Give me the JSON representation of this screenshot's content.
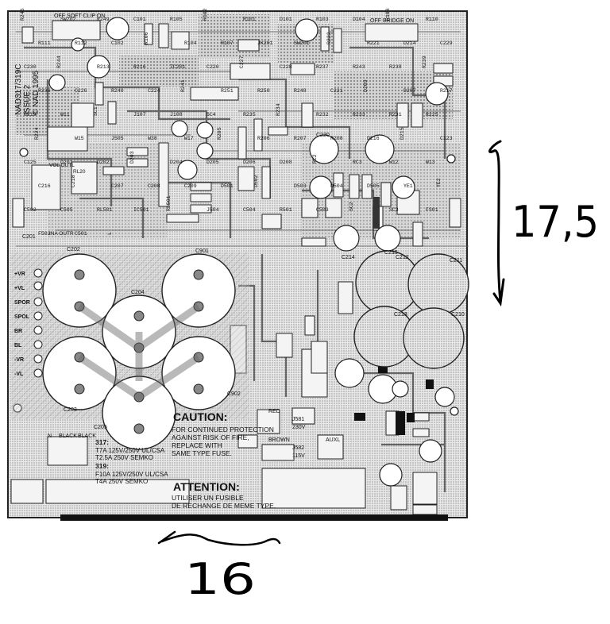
{
  "board": {
    "model_text": [
      "NAD317/319C",
      "ISSUE 2",
      "© NAD 1995"
    ],
    "switch_labels": [
      "OFF SOFT CLIP ON",
      "OFF BRIDGE ON"
    ],
    "caution_title": "CAUTION:",
    "caution_lines": [
      "FOR CONTINUED PROTECTION",
      "AGAINST RISK OF FIRE,",
      "REPLACE WITH",
      "SAME TYPE FUSE."
    ],
    "attention_title": "ATTENTION:",
    "attention_lines": [
      "UTILISER UN FUSIBLE",
      "DE RECHANGE DE MEME TYPE."
    ],
    "fuse_317_label": "317:",
    "fuse_317_lines": [
      "T7A 125V/250V UL/CSA",
      "T2.5A 250V SEMKO"
    ],
    "fuse_319_label": "319:",
    "fuse_319_lines": [
      "F10A 125V/250V UL/CSA",
      "T4A 250V SEMKO"
    ],
    "wire_labels": [
      "N",
      "BLACK",
      "BLACK"
    ],
    "voltage_labels": [
      "RED",
      "J581",
      "230V",
      "BROWN",
      "J582",
      "115V",
      "AUXL"
    ],
    "terminal_labels": [
      "+VR",
      "+VL",
      "SPOR",
      "SPOL",
      "BR",
      "BL",
      "-VR",
      "-VL"
    ],
    "capacitor_labels": [
      "C201",
      "C203",
      "C204",
      "C205",
      "C902",
      "C901",
      "C202",
      "C213",
      "C210",
      "C211",
      "C212",
      "C215",
      "C214",
      "C220"
    ],
    "component_labels": [
      "R246",
      "SW202",
      "R249",
      "C101",
      "R105",
      "R102",
      "R101",
      "D101",
      "R103",
      "D104",
      "R108",
      "R110",
      "R111",
      "R112",
      "C102",
      "R106",
      "R104",
      "R107",
      "JK201",
      "SW201",
      "R222",
      "R221",
      "D214",
      "C229",
      "C230",
      "R244",
      "R213",
      "R216",
      "IC201",
      "C220",
      "C227",
      "C228",
      "R237",
      "R243",
      "R238",
      "R239",
      "R236",
      "C226",
      "R240",
      "C224",
      "R241",
      "R251",
      "R250",
      "R248",
      "C221",
      "D209",
      "D207",
      "R217",
      "C219",
      "W11",
      "SC1",
      "J107",
      "J108",
      "SC4",
      "R235",
      "R234",
      "R232",
      "R233",
      "R231",
      "R225",
      "R224",
      "W15",
      "J505",
      "W38",
      "W17",
      "R205",
      "R206",
      "R207",
      "R208",
      "D216",
      "D215",
      "C123",
      "C125",
      "D201",
      "D202",
      "D203",
      "D204",
      "D205",
      "D206",
      "D208",
      "RC2",
      "RC3",
      "W12",
      "W13",
      "C216",
      "C218",
      "C207",
      "C208",
      "C209",
      "D501",
      "D502",
      "D503",
      "D504",
      "D505",
      "YE1",
      "YE2",
      "C502",
      "C505",
      "RL501",
      "IC501",
      "RL501",
      "J504",
      "C504",
      "R501",
      "C503",
      "SC2",
      "SC3",
      "FS01",
      "F502",
      "C501",
      "L"
    ],
    "small_labels": [
      "VOL OUTL",
      "INA OUTR",
      "RL20"
    ]
  },
  "annotations": {
    "height_value": "17,5",
    "width_value": "16"
  }
}
